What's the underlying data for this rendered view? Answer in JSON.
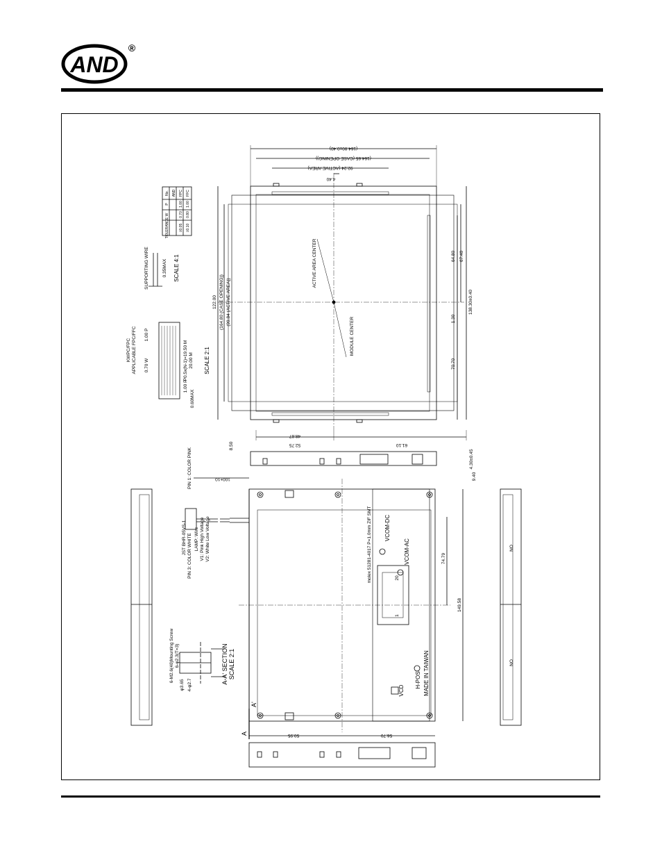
{
  "brand": {
    "logo_text": "AND",
    "registered_mark": "®"
  },
  "drawing": {
    "top_view": {
      "overall_width": "(164.80±0.40)",
      "case_opening_width": "(164.65 (CASE OPENING))",
      "active_area_width": "92.24 (ACTIVE AREA)",
      "offset_top": "4.40",
      "overall_height": "122.00",
      "case_opening_height": "(164.80 (CASE OPENING))",
      "active_area_height": "(99.84 (ACTIVE AREA))",
      "label_active_area_center": "ACTIVE AREA CENTER",
      "label_module_center": "MODULE CENTER",
      "dim_right_1": "64.80",
      "dim_right_2": "67.40",
      "dim_right_total": "138.30±0.40",
      "dim_right_3": "1.30",
      "dim_right_4": "70.70",
      "dim_bottom_left": "48.67",
      "dim_bottom_left_b": "52.75",
      "dim_bottom_right": "61.10",
      "dim_side_small": "8.50"
    },
    "fpc_detail": {
      "title": "KWPC/FPC",
      "subtitle": "APPLICABLE FPC/FFC",
      "dim_w": "0.70 W",
      "dim_p": "1.00 P",
      "dim_pitch": "P0.5x(N-1)=19.50 M",
      "dim_m": "20.00 M",
      "dim_p2": "1.00 P",
      "dim_max": "0.60MAX",
      "scale": "SCALE 2:1"
    },
    "wire_detail": {
      "label_supporting": "SUPPORTING WIRE",
      "dim": "0.35MAX",
      "scale": "SCALE 4:1"
    },
    "table": {
      "headers": [
        "No.",
        "P",
        "W",
        "TOLERANCE"
      ],
      "rows": [
        [
          "AND",
          "P",
          "W",
          ""
        ],
        [
          "FPC",
          "1.00",
          "0.70",
          "±0.05"
        ],
        [
          "FFC",
          "1.00",
          "0.80",
          "±0.10"
        ]
      ]
    },
    "bottom_view": {
      "connector_label": "JST BHR-05VS-1",
      "pin1_label": "PIN 1: COLOR PINK",
      "pin3_label": "PIN 3: COLOR WHITE",
      "lamp_legend_1": "LAMP: Wire",
      "lamp_legend_2": "V1: Pink High Voltage",
      "lamp_legend_3": "V2: White Low Voltage",
      "cable_length": "100±10",
      "fpc_label": "molex 51281-4017 P=1.0mm ZIF SMT",
      "vcom_dc": "VCOM-DC",
      "vcom_ac": "VCOM-AC",
      "pin_20": "20",
      "pin_1": "1",
      "h_pos": "H-POS",
      "made_in": "MADE IN TAIWAN",
      "vcd": "VCD",
      "dim_height": "149.58",
      "dim_half": "74.79",
      "dim_thick": "4.30±0.45",
      "dim_right": "9.40",
      "dim_left_a": "50.95",
      "dim_left_b": "56.70",
      "section_ref": "A",
      "section_ref_b": "A'",
      "side_label": "NO",
      "side_label_b": "NO"
    },
    "section_detail": {
      "title": "A-A' SECTION",
      "scale": "SCALE 2:1",
      "screw_note": "6-M2.6(40)Mounting Screw",
      "hole_note": "6-φ2.3(T=3)",
      "dim_a": "φ3.65",
      "dim_b": "4-φ2.7"
    }
  }
}
